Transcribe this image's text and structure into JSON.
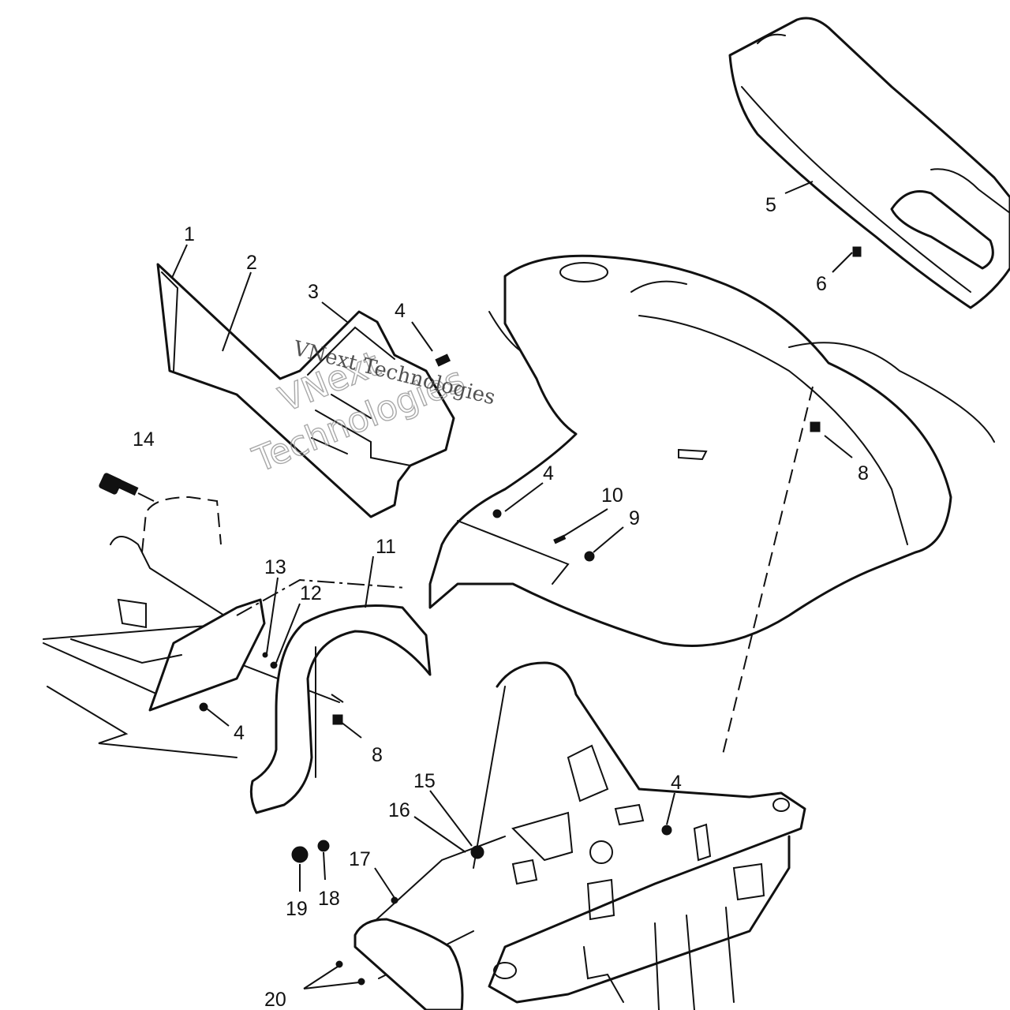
{
  "diagram": {
    "watermark_lines": [
      "VNext",
      "Technologies",
      "VNext Technologies"
    ],
    "callouts": [
      {
        "id": "c1",
        "label": "1"
      },
      {
        "id": "c2",
        "label": "2"
      },
      {
        "id": "c3",
        "label": "3"
      },
      {
        "id": "c4a",
        "label": "4"
      },
      {
        "id": "c4b",
        "label": "4"
      },
      {
        "id": "c4c",
        "label": "4"
      },
      {
        "id": "c4d",
        "label": "4"
      },
      {
        "id": "c5",
        "label": "5"
      },
      {
        "id": "c6",
        "label": "6"
      },
      {
        "id": "c8a",
        "label": "8"
      },
      {
        "id": "c8b",
        "label": "8"
      },
      {
        "id": "c9",
        "label": "9"
      },
      {
        "id": "c10",
        "label": "10"
      },
      {
        "id": "c11",
        "label": "11"
      },
      {
        "id": "c12",
        "label": "12"
      },
      {
        "id": "c13",
        "label": "13"
      },
      {
        "id": "c14",
        "label": "14"
      },
      {
        "id": "c15",
        "label": "15"
      },
      {
        "id": "c16",
        "label": "16"
      },
      {
        "id": "c17",
        "label": "17"
      },
      {
        "id": "c18",
        "label": "18"
      },
      {
        "id": "c19",
        "label": "19"
      },
      {
        "id": "c20",
        "label": "20"
      }
    ]
  }
}
